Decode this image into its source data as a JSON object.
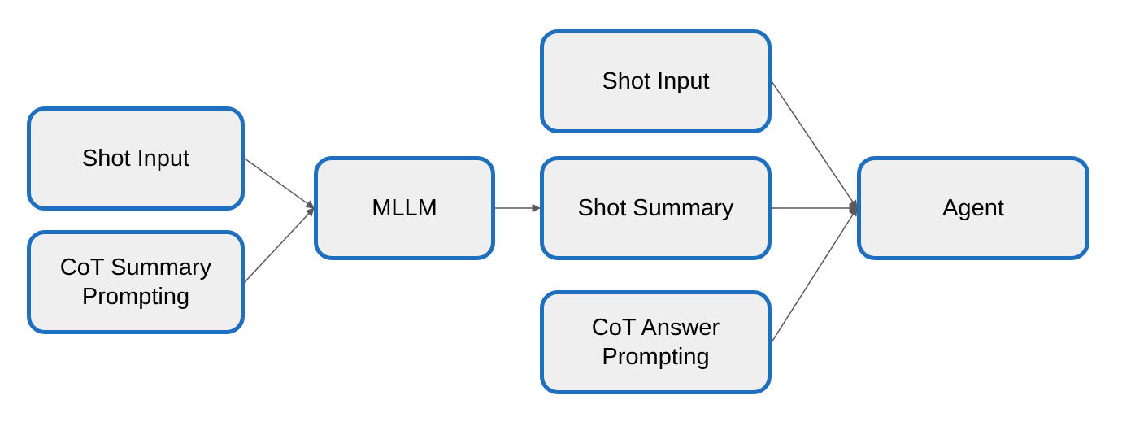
{
  "nodes": {
    "shot_input_left": {
      "line1": "Shot Input"
    },
    "cot_summary_prompting": {
      "line1": "CoT Summary",
      "line2": "Prompting"
    },
    "mllm": {
      "line1": "MLLM"
    },
    "shot_input_right": {
      "line1": "Shot Input"
    },
    "shot_summary": {
      "line1": "Shot Summary"
    },
    "cot_answer_prompting": {
      "line1": "CoT Answer",
      "line2": "Prompting"
    },
    "agent": {
      "line1": "Agent"
    }
  },
  "edges": [
    {
      "from": "shot_input_left",
      "to": "mllm"
    },
    {
      "from": "cot_summary_prompting",
      "to": "mllm"
    },
    {
      "from": "mllm",
      "to": "shot_summary"
    },
    {
      "from": "shot_input_right",
      "to": "agent"
    },
    {
      "from": "shot_summary",
      "to": "agent"
    },
    {
      "from": "cot_answer_prompting",
      "to": "agent"
    }
  ],
  "colors": {
    "node_border": "#1f6fbf",
    "node_fill": "#efefef",
    "edge": "#595959"
  }
}
